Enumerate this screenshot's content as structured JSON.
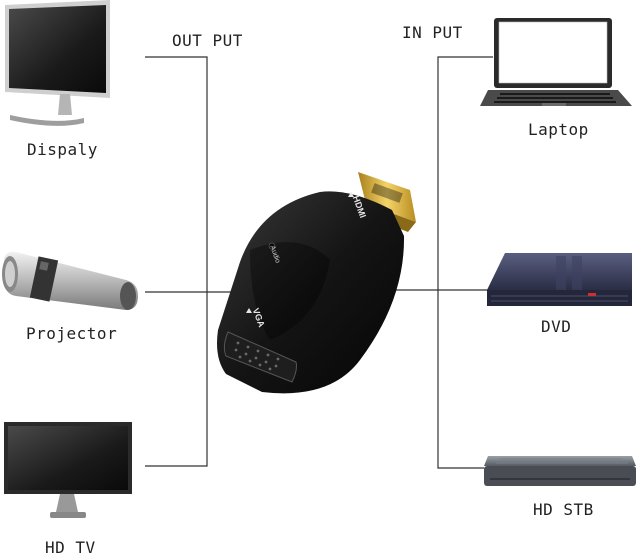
{
  "labels": {
    "output": "OUT PUT",
    "input": "IN PUT"
  },
  "devices": {
    "display": "Dispaly",
    "projector": "Projector",
    "hdtv": "HD TV",
    "laptop": "Laptop",
    "dvd": "DVD",
    "hdstb": "HD STB"
  },
  "adapter": {
    "hdmi": "HDMI",
    "audio": "Audio",
    "vga": "VGA"
  },
  "colors": {
    "line": "#333333",
    "adapter_body": "#1a1a1a",
    "hdmi_gold": "#d9b23a",
    "device_dark": "#2a2a2a"
  }
}
